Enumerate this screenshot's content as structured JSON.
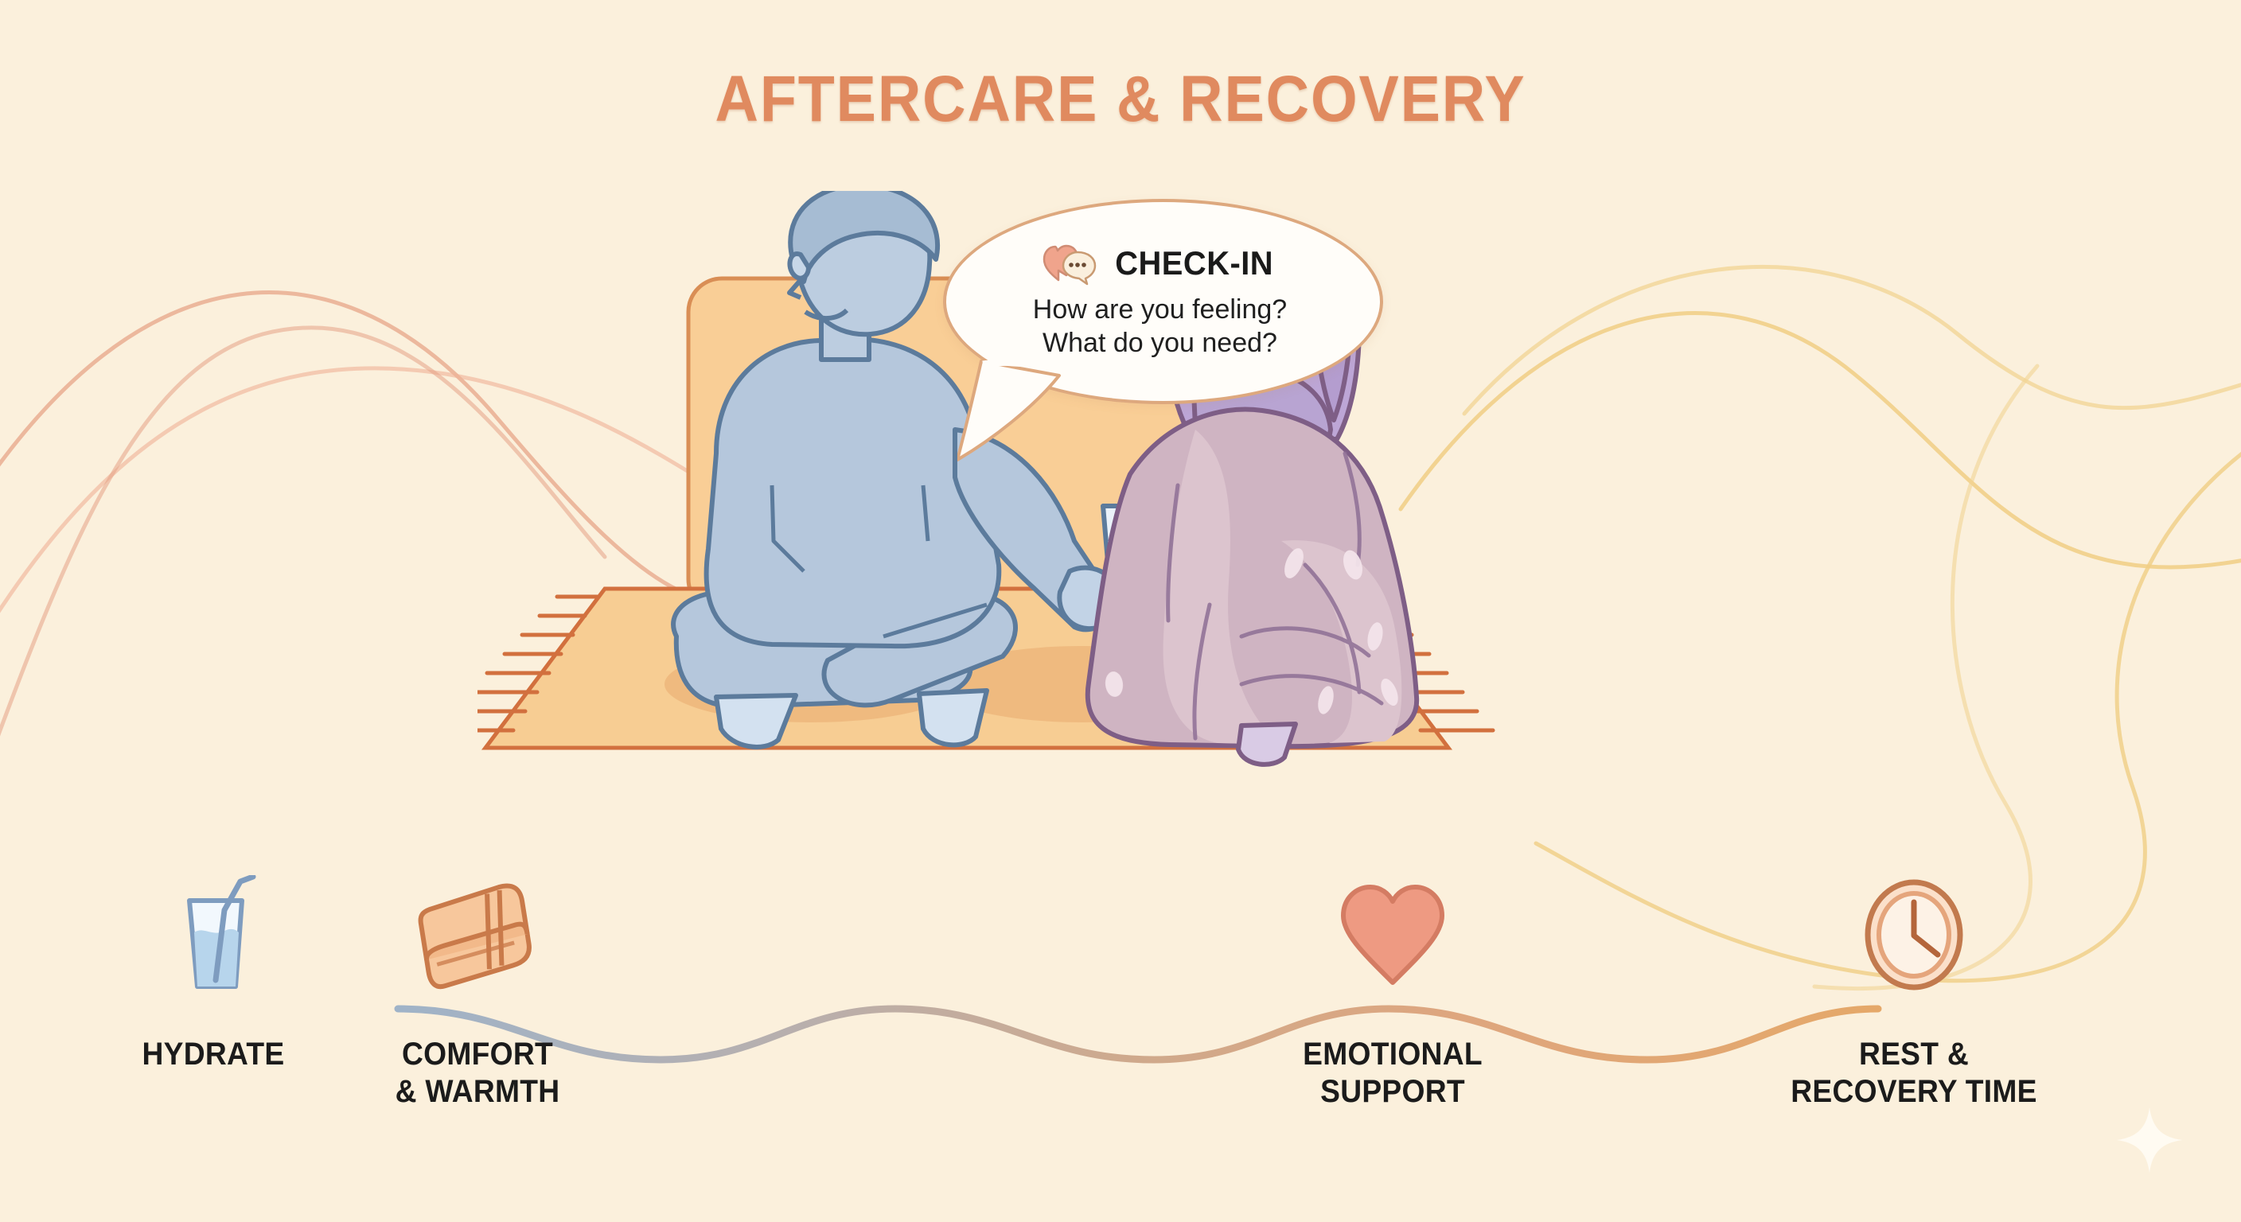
{
  "page": {
    "title": "AFTERCARE & RECOVERY",
    "background_color": "#FBF0DC",
    "title_color": "#E08A5F"
  },
  "speech_bubble": {
    "icon": "heart-chat-icon",
    "heading": "CHECK-IN",
    "line1": "How are you feeling?",
    "line2": "What do you need?",
    "bubble_fill": "#FFFDF9",
    "bubble_border": "#DDA87E"
  },
  "scene": {
    "left_figure": {
      "name": "caregiver-figure",
      "description": "person sitting cross-legged offering water",
      "body_color": "#AEC2DA",
      "outline_color": "#5C7B9C",
      "holds": "glass-of-water"
    },
    "right_figure": {
      "name": "recovering-figure",
      "description": "person wrapped in a blanket",
      "hair_color": "#B9A3D2",
      "blanket_color": "#CDAFBD",
      "outline_color": "#7E5E86"
    },
    "couch_color": "#F8C98E",
    "couch_outline": "#D98E55",
    "rug_color": "#F6C98E",
    "rug_outline": "#D2703E",
    "glass": {
      "name": "water-glass",
      "water_color": "#A8CBE6",
      "straw_color": "#5C7B9C"
    }
  },
  "steps": [
    {
      "icon": "water-glass-icon",
      "label": "HYDRATE",
      "accent": "#7E9CBF",
      "connector_color": "#9FB3C8"
    },
    {
      "icon": "folded-blanket-icon",
      "label": "COMFORT\n& WARMTH",
      "accent": "#C97A4A",
      "connector_color": "#C8A98F"
    },
    {
      "icon": "heart-icon",
      "label": "EMOTIONAL\nSUPPORT",
      "accent": "#E8917A",
      "connector_color": "#DBA07E"
    },
    {
      "icon": "clock-icon",
      "label": "REST &\nRECOVERY TIME",
      "accent": "#C27A4E",
      "connector_color": "#E0A86B"
    }
  ],
  "decorations": {
    "sparkle": "sparkle-icon",
    "left_curve_color": "#E8A88C",
    "right_curve_color": "#F0CE84"
  }
}
